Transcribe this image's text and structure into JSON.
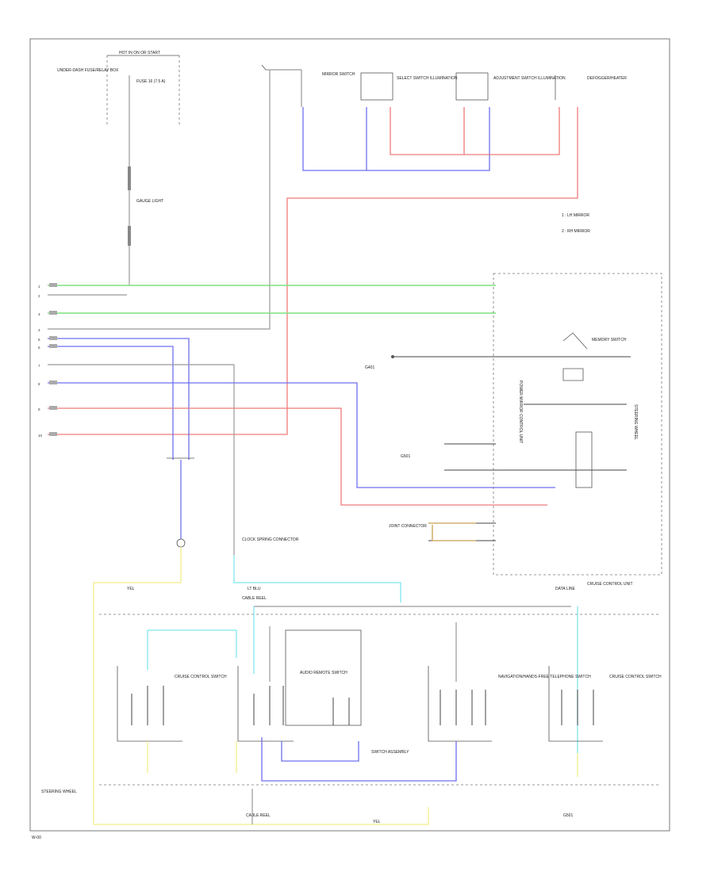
{
  "diagram_id": "",
  "legend": {
    "item_1": "1 : LH MIRROR",
    "item_2": "2 : RH MIRROR"
  },
  "labels": {
    "power_source": "HOT IN ON OR START",
    "fuse_block": "UNDER-DASH FUSE/RELAY BOX",
    "fuse": "FUSE 16 (7.5 A)",
    "gauge_light": "GAUGE LIGHT",
    "left_sw_illum": "SELECT SWITCH ILLUMINATION",
    "right_sw_illum": "ADJUSTMENT SWITCH ILLUMINATION",
    "mirror_sw": "MIRROR SWITCH",
    "joint_connector": "JOINT CONNECTOR",
    "heater": "DEFOGGER/HEATER",
    "mirror_control_unit": "POWER MIRROR CONTROL UNIT",
    "cruise_unit": "CRUISE CONTROL UNIT",
    "memory_sw": "MEMORY SWITCH",
    "steering_wheel": "STEERING WHEEL",
    "cable_reel": "CABLE REEL",
    "cable_reel_bottom": "CABLE REEL",
    "ground": "G401",
    "ground2": "G501",
    "clock_spring": "CLOCK SPRING CONNECTOR",
    "cruise_sw_left": "CRUISE CONTROL SWITCH",
    "audio_sw": "AUDIO REMOTE SWITCH",
    "audio_sw_sub": "SWITCH ASSEMBLY",
    "nav_sw": "NAVIGATION/HANDS-FREE TELEPHONE SWITCH",
    "cruise_sw_right": "CRUISE CONTROL SWITCH",
    "yel_wire": "YEL",
    "yel_wire2": "YEL",
    "lt_blu": "LT BLU",
    "data_line": "DATA LINE",
    "corner_mark": "W-00"
  }
}
